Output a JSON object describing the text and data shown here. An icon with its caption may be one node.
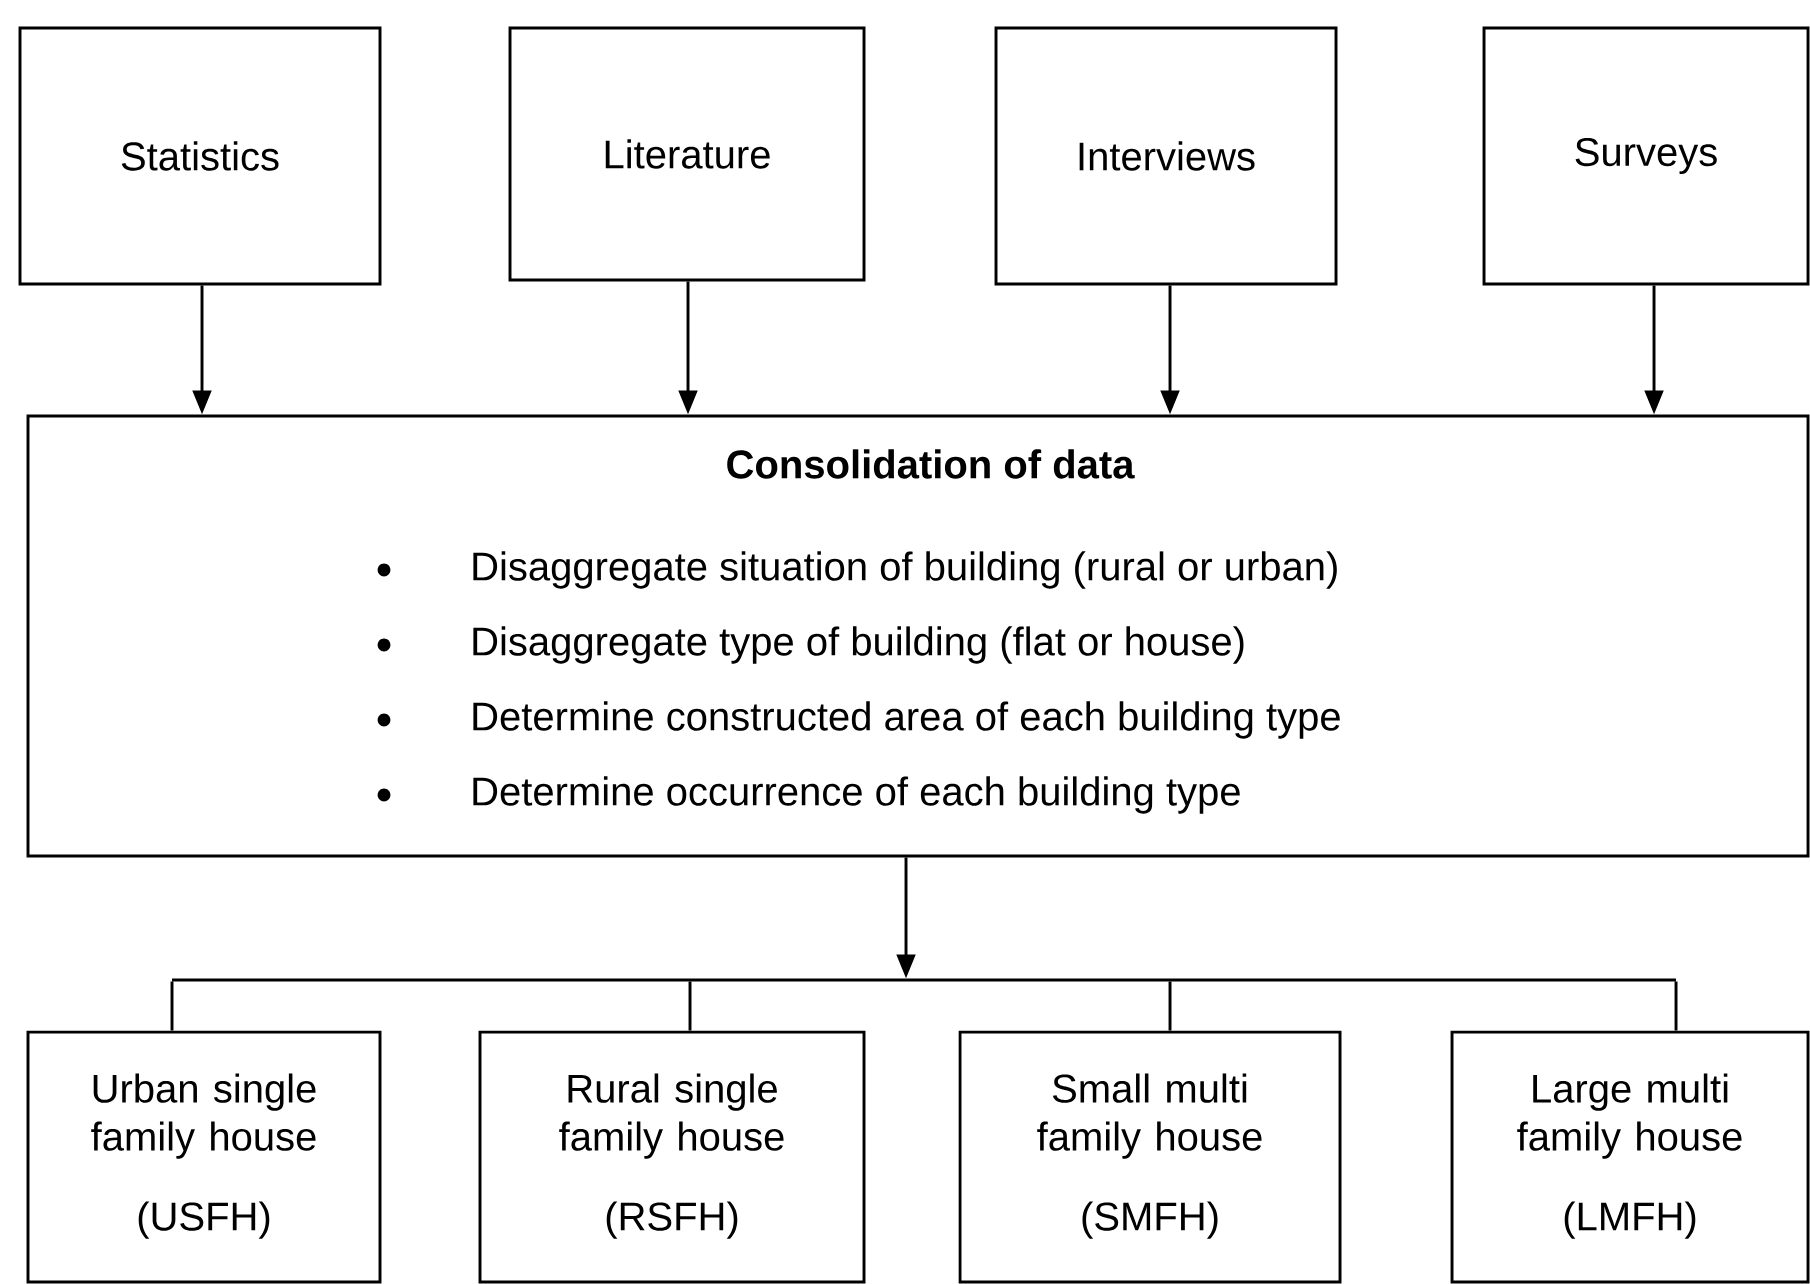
{
  "diagram": {
    "nodes": [
      {
        "text": [
          "Statistics"
        ]
      },
      {
        "text": [
          "Literature"
        ]
      },
      {
        "text": [
          "Interviews"
        ]
      },
      {
        "text": [
          "Surveys"
        ]
      },
      {
        "text": [
          "Consolidation of data",
          "Disaggregate situation of building (rural or urban)",
          "Disaggregate type of building (flat or house)",
          "Determine constructed area of each building type",
          "Determine occurrence of each building type"
        ]
      },
      {
        "text": [],
        "shape": "bar"
      },
      {
        "text": [
          "Urban single family house",
          "(USFH)"
        ]
      },
      {
        "text": [
          "Rural single family house",
          "(RSFH)"
        ]
      },
      {
        "text": [
          "Small multi family house",
          "(SMFH)"
        ]
      },
      {
        "text": [
          "Large multi family house",
          "(LMFH)"
        ]
      }
    ],
    "edges": [
      {
        "from": 0,
        "to": 4,
        "arrow": "to"
      },
      {
        "from": 1,
        "to": 4,
        "arrow": "to"
      },
      {
        "from": 2,
        "to": 4,
        "arrow": "to"
      },
      {
        "from": 3,
        "to": 4,
        "arrow": "to"
      },
      {
        "from": 4,
        "to": 5,
        "arrow": "to"
      },
      {
        "from": 5,
        "to": 6,
        "arrow": "none"
      },
      {
        "from": 5,
        "to": 7,
        "arrow": "none"
      },
      {
        "from": 5,
        "to": 8,
        "arrow": "none"
      },
      {
        "from": 5,
        "to": 9,
        "arrow": "none"
      }
    ]
  }
}
